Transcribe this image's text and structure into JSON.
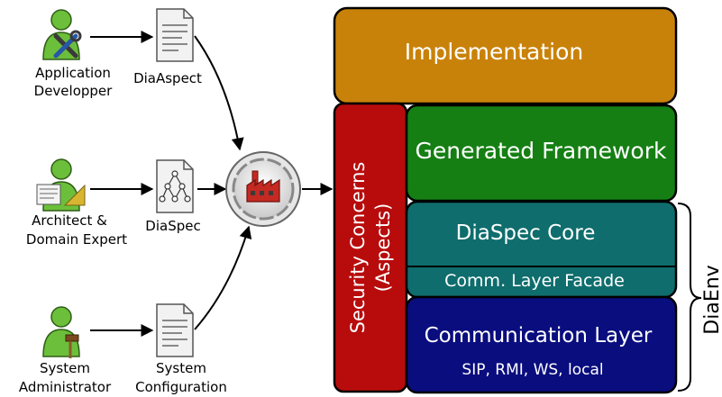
{
  "actors": [
    {
      "line1": "Application",
      "line2": "Developper"
    },
    {
      "line1": "Architect &",
      "line2": "Domain Expert"
    },
    {
      "line1": "System",
      "line2": "Administrator"
    }
  ],
  "documents": [
    {
      "line1": "DiaAspect",
      "line2": ""
    },
    {
      "line1": "DiaSpec",
      "line2": ""
    },
    {
      "line1": "System",
      "line2": "Configuration"
    }
  ],
  "layers": {
    "implementation": "Implementation",
    "security_line1": "Security Concerns",
    "security_line2": "(Aspects)",
    "generated_framework": "Generated Framework",
    "diaspec_core": "DiaSpec Core",
    "comm_facade": "Comm. Layer Facade",
    "communication_layer": "Communication Layer",
    "protocols": "SIP, RMI, WS, local"
  },
  "bracket_label": "DiaEnv",
  "colors": {
    "implementation": "#c98209",
    "security": "#b80c0c",
    "generated": "#157f13",
    "diaspec": "#0f6d6d",
    "communication": "#0a0d7e",
    "actor_green": "#6cbf3a",
    "factory_red": "#c42a22"
  }
}
